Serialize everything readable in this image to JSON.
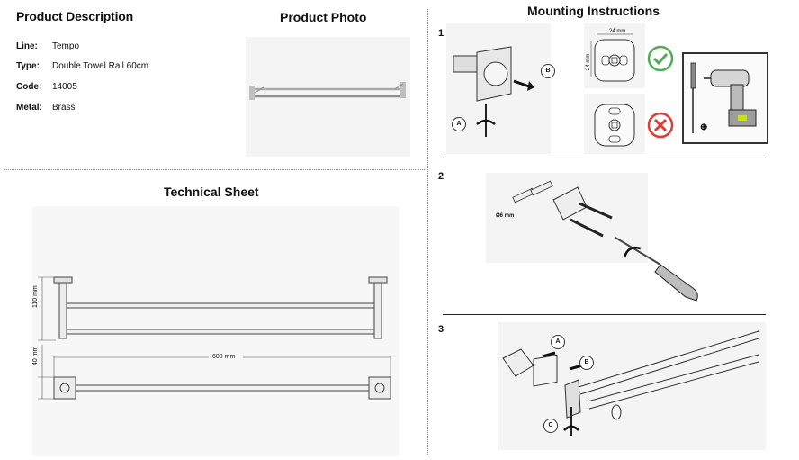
{
  "headings": {
    "product_description": "Product Description",
    "product_photo": "Product Photo",
    "mounting_instructions": "Mounting Instructions",
    "technical_sheet": "Technical Sheet"
  },
  "specs": [
    {
      "key": "Line:",
      "value": "Tempo"
    },
    {
      "key": "Type:",
      "value": "Double Towel Rail 60cm"
    },
    {
      "key": "Code:",
      "value": "14005"
    },
    {
      "key": "Metal:",
      "value": "Brass"
    }
  ],
  "technical": {
    "height_label": "110 mm",
    "depth_label": "40 mm",
    "width_label": "600 mm"
  },
  "steps": [
    {
      "number": "1",
      "labels": {
        "a": "A",
        "b": "B",
        "dim1": "24 mm",
        "dim2": "24 mm"
      }
    },
    {
      "number": "2",
      "labels": {
        "dowel": "Ø6 mm"
      }
    },
    {
      "number": "3",
      "labels": {
        "a": "A",
        "b": "B",
        "c": "C"
      }
    }
  ],
  "icons": {
    "ok": "check-icon",
    "wrong": "cross-icon",
    "ok_color": "#4caf50",
    "wrong_color": "#e53935"
  }
}
